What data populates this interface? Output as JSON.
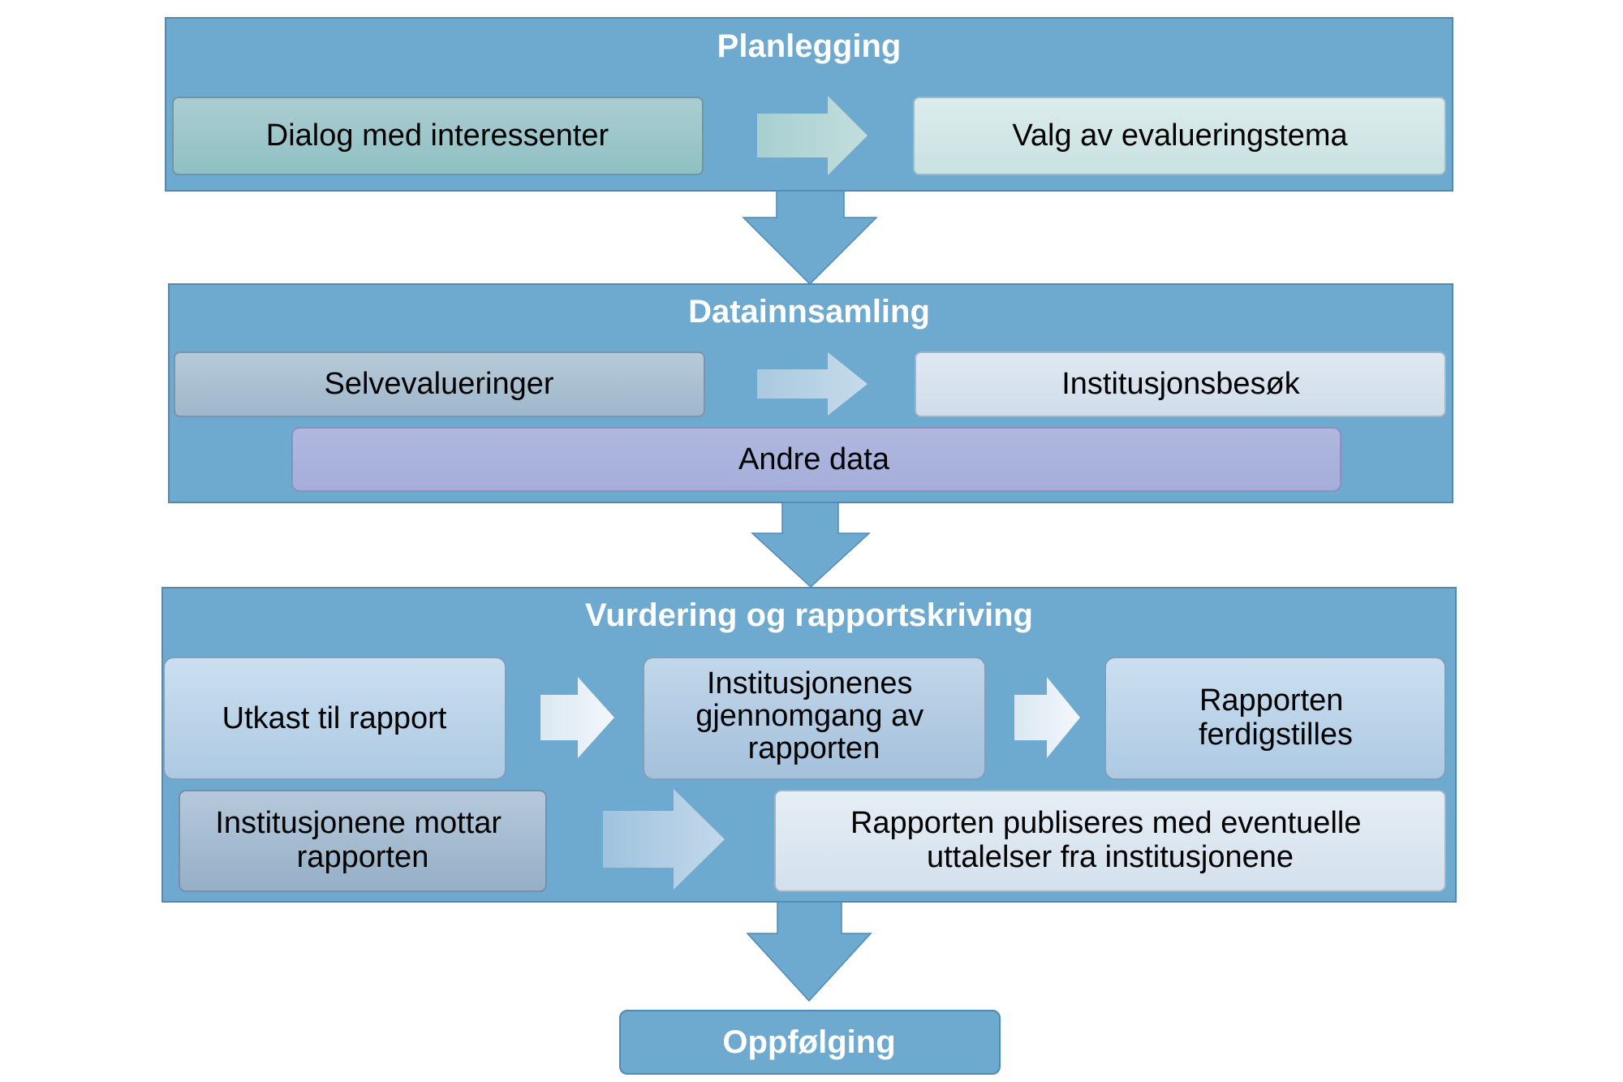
{
  "stages": {
    "planning": {
      "title": "Planlegging",
      "steps": [
        "Dialog med interessenter",
        "Valg av evalueringstema"
      ]
    },
    "data_collection": {
      "title": "Datainnsamling",
      "steps": [
        "Selvevalueringer",
        "Institusjonsbesøk",
        "Andre data"
      ]
    },
    "assessment": {
      "title": "Vurdering og rapportskriving",
      "steps": [
        [
          "Utkast til rapport"
        ],
        [
          "Institusjonenes",
          "gjennomgang av",
          "rapporten"
        ],
        [
          "Rapporten",
          "ferdigstilles"
        ],
        [
          "Institusjonene mottar",
          "rapporten"
        ],
        [
          "Rapporten publiseres med eventuelle",
          "uttalelser fra institusjonene"
        ]
      ]
    },
    "follow_up": {
      "title": "Oppfølging"
    }
  },
  "colors": {
    "stage_fill": "#6ea9cf",
    "stage_border": "#4f8ab4",
    "arrow_fill": "#6ea9cf",
    "title_text": "#ffffff",
    "box_text": "#000000"
  }
}
